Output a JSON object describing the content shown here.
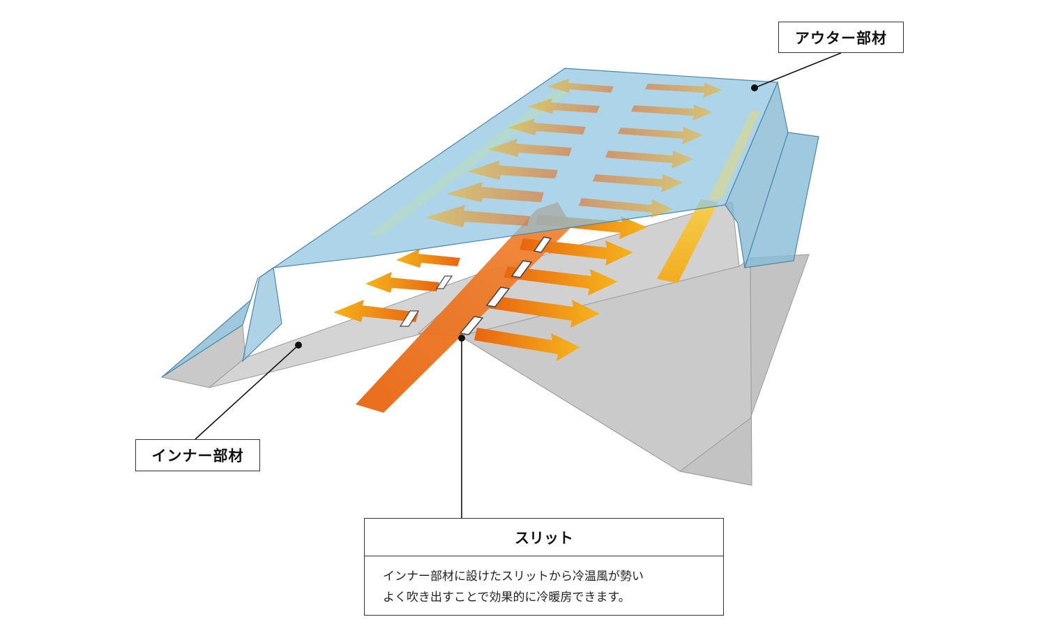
{
  "labels": {
    "outer": "アウター部材",
    "inner": "インナー部材"
  },
  "slit": {
    "title": "スリット",
    "description_line1": "インナー部材に設けたスリットから冷温風が勢い",
    "description_line2": "よく吹き出すことで効果的に冷暖房できます。"
  },
  "colors": {
    "inner_member": "#d0d0d0",
    "outer_member": "#7fb6d2",
    "airflow_arrow_start": "#e8650f",
    "airflow_arrow_end": "#f5b41c",
    "slit": "#ffffff"
  }
}
